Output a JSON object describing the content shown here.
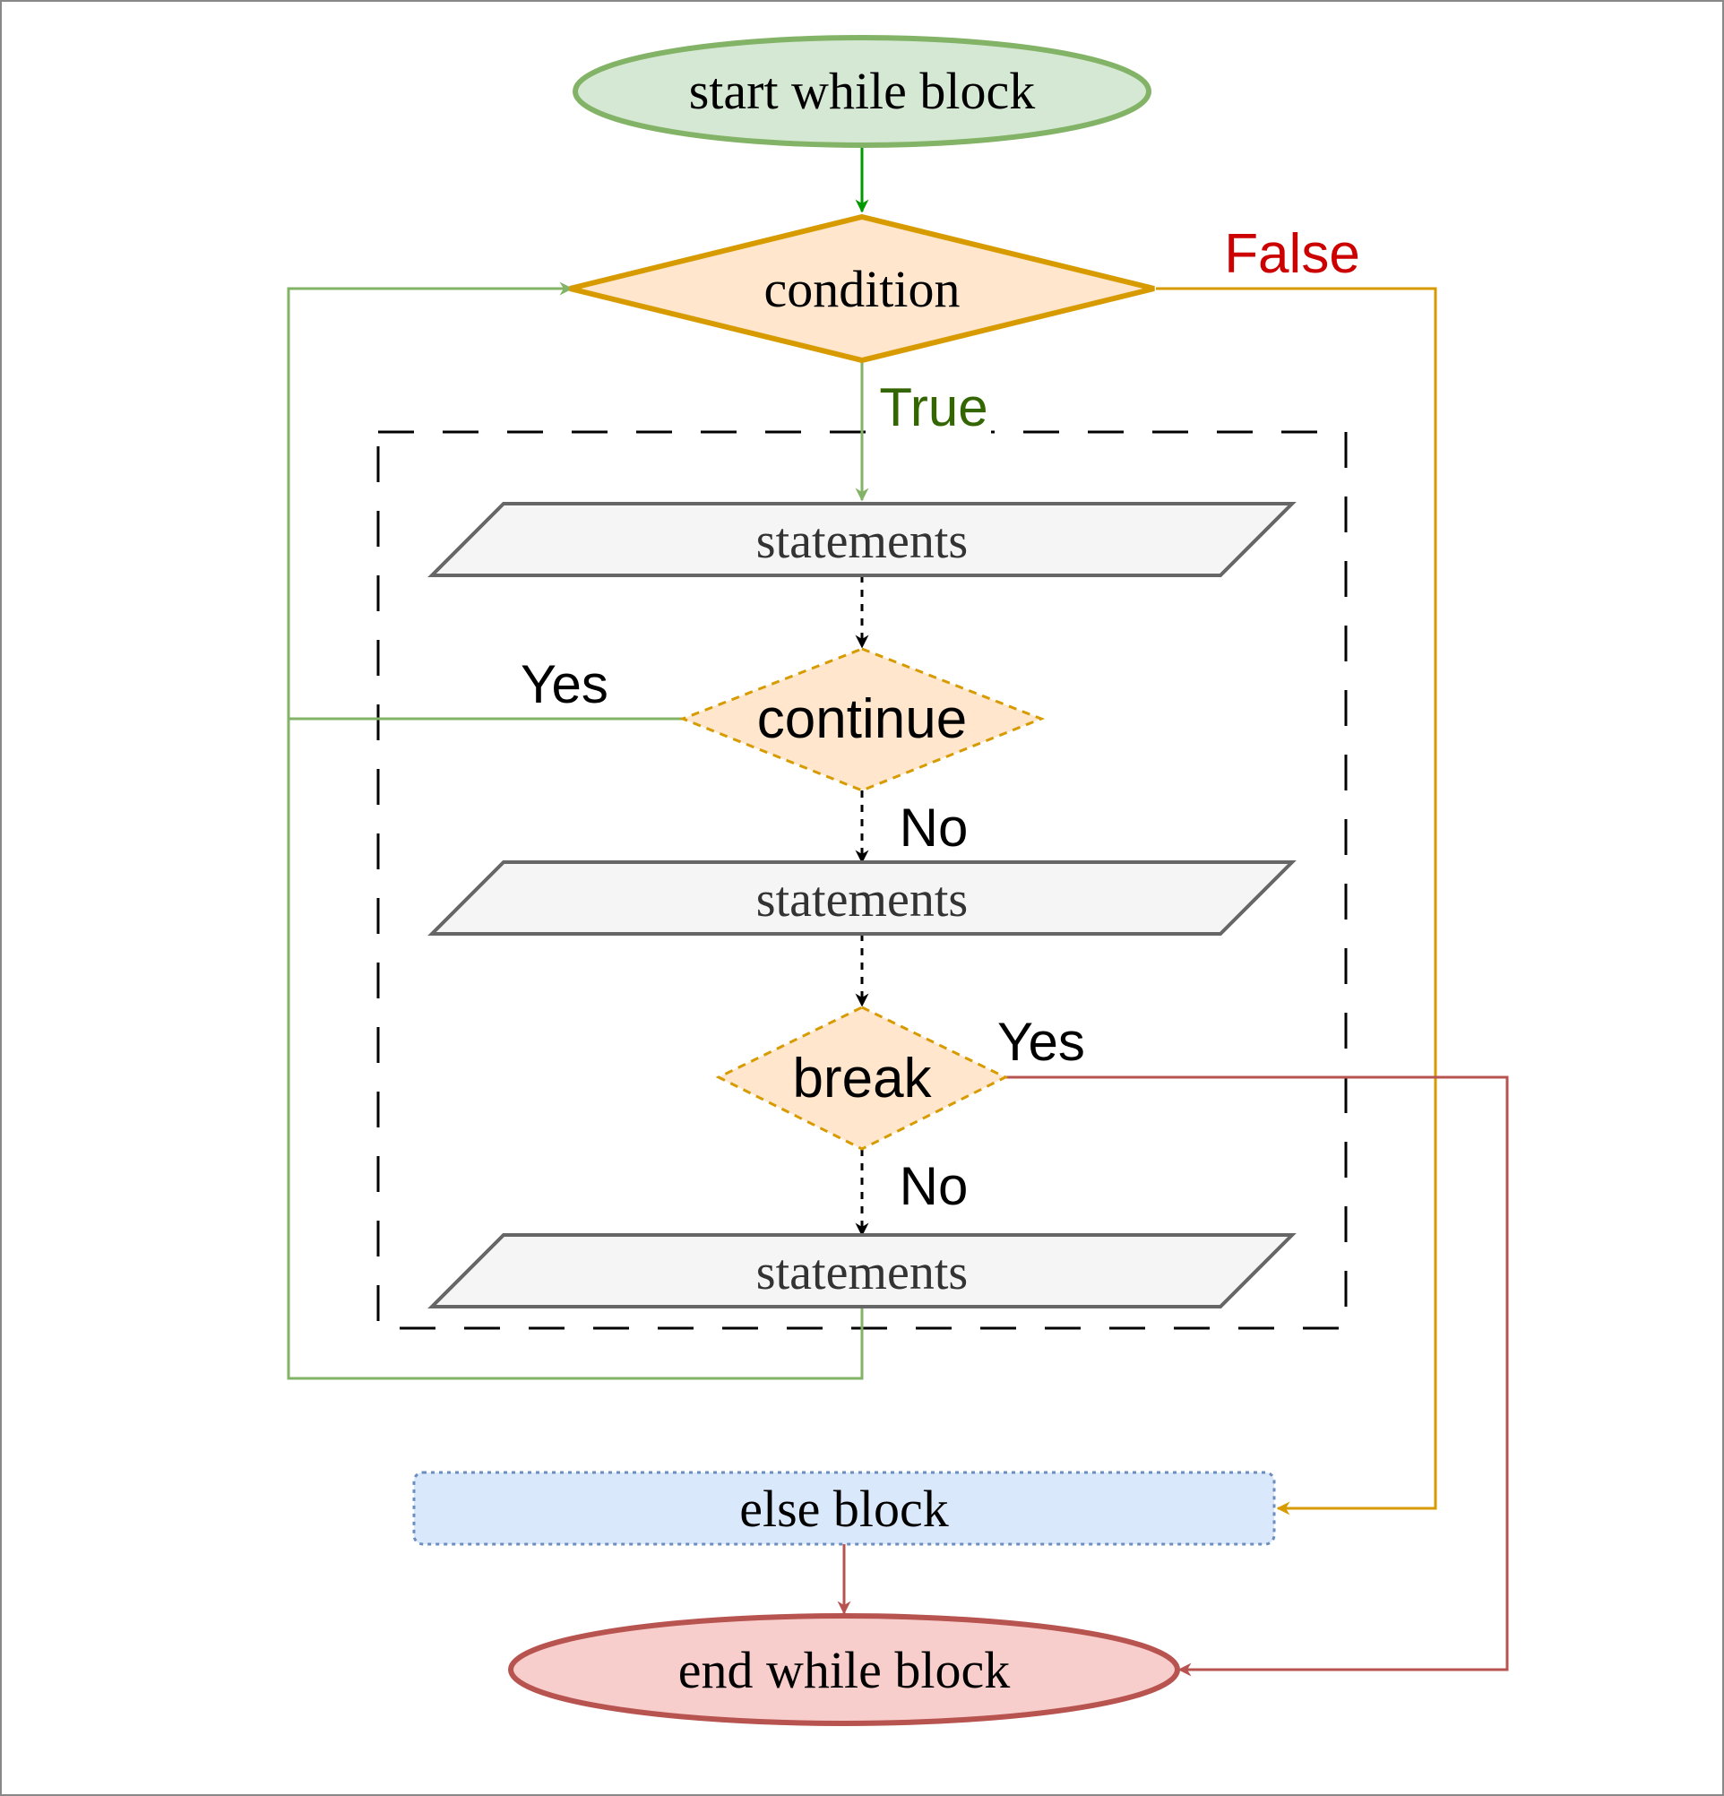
{
  "nodes": {
    "start": "start while block",
    "condition": "condition",
    "statements_1": "statements",
    "continue": "continue",
    "statements_2": "statements",
    "break": "break",
    "statements_3": "statements",
    "else_block": "else block",
    "end": "end while block"
  },
  "edge_labels": {
    "false": "False",
    "true": "True",
    "continue_yes": "Yes",
    "continue_no": "No",
    "break_yes": "Yes",
    "break_no": "No"
  },
  "colors": {
    "start_fill": "#d5e8d4",
    "start_stroke": "#82b366",
    "condition_fill": "#ffe6cc",
    "condition_stroke": "#d79b00",
    "statements_fill": "#f5f5f5",
    "statements_stroke": "#666666",
    "statements_text": "#333333",
    "else_fill": "#dae8fc",
    "else_stroke": "#6c8ebf",
    "end_fill": "#f8cecc",
    "end_stroke": "#b85450",
    "false_label": "#cc0000",
    "true_label": "#336600",
    "green_arrow": "#009900"
  }
}
